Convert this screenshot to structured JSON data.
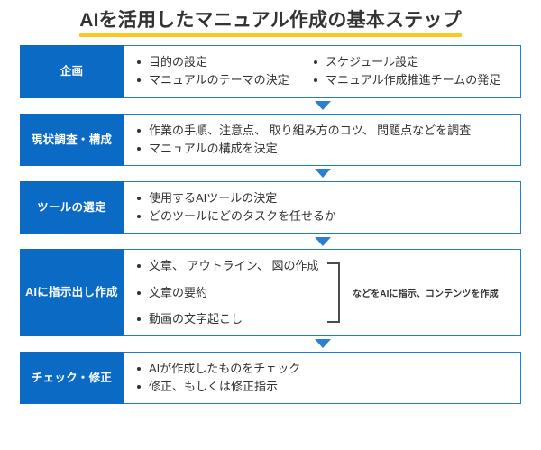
{
  "title": {
    "text": "AIを活用したマニュアル作成の基本ステップ",
    "underline_color": "#fbc81e"
  },
  "colors": {
    "label_blue": "#0b6bc4",
    "border_blue": "#1f7ed0",
    "arrow_blue": "#2b7fd0",
    "accent_yellow": "#fbc81e",
    "text_dark": "#333333",
    "bracket_gray": "#4c4c4c",
    "background": "#ffffff"
  },
  "connector": {
    "icon": "triangle-down-icon",
    "count": 4
  },
  "steps": [
    {
      "label": "企画",
      "layout": "two-column",
      "columns": [
        [
          "目的の設定",
          "マニュアルのテーマの決定"
        ],
        [
          "スケジュール設定",
          "マニュアル作成推進チームの発足"
        ]
      ]
    },
    {
      "label": "現状調査・構成",
      "layout": "single-column",
      "items": [
        "作業の手順、注意点、 取り組み方のコツ、 問題点などを調査",
        "マニュアルの構成を決定"
      ]
    },
    {
      "label": "ツールの選定",
      "layout": "single-column",
      "items": [
        "使用するAIツールの決定",
        "どのツールにどのタスクを任せるか"
      ]
    },
    {
      "label": "AIに指示出し\n作成",
      "label_line1": "AIに指示出し",
      "label_line2": "作成",
      "layout": "bracketed",
      "items": [
        "文章、 アウトライン、 図の作成",
        "文章の要約",
        "動画の文字起こし"
      ],
      "bracket_note": "などをAIに指示、コンテンツを作成"
    },
    {
      "label": "チェック・修正",
      "layout": "single-column",
      "items": [
        "AIが作成したものをチェック",
        "修正、もしくは修正指示"
      ]
    }
  ]
}
